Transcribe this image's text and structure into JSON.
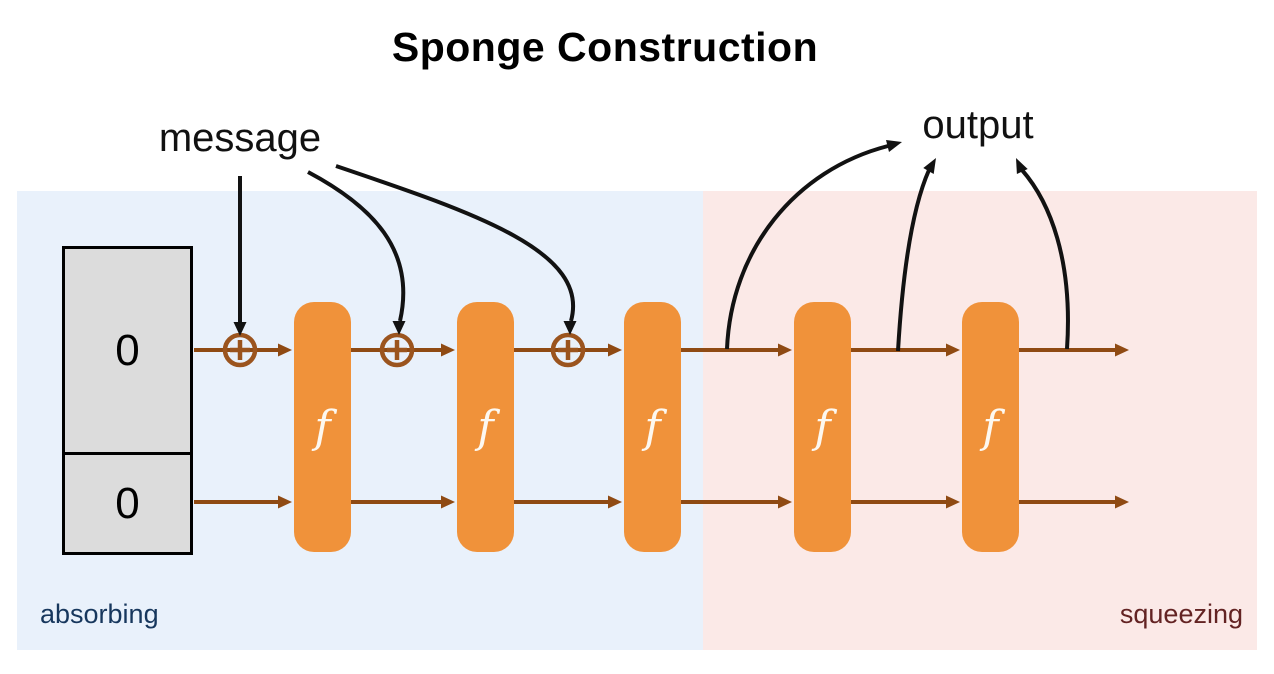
{
  "title": "Sponge Construction",
  "labels": {
    "message": "message",
    "output": "output"
  },
  "phases": {
    "absorbing": "absorbing",
    "squeezing": "squeezing"
  },
  "state_box": {
    "top_cell": "0",
    "bottom_cell": "0"
  },
  "function_blocks": [
    "f",
    "f",
    "f",
    "f",
    "f"
  ],
  "colors": {
    "absorb_bg": "#E9F1FB",
    "squeeze_bg": "#FBE9E7",
    "block_orange": "#F0923A",
    "arrow_brown": "#8F4A13",
    "xor_brown": "#9B541E",
    "absorb_text": "#17375D",
    "squeeze_text": "#632323",
    "state_fill": "#DCDCDC",
    "black_arrow": "#121212",
    "f_text": "#FDF8F0"
  }
}
